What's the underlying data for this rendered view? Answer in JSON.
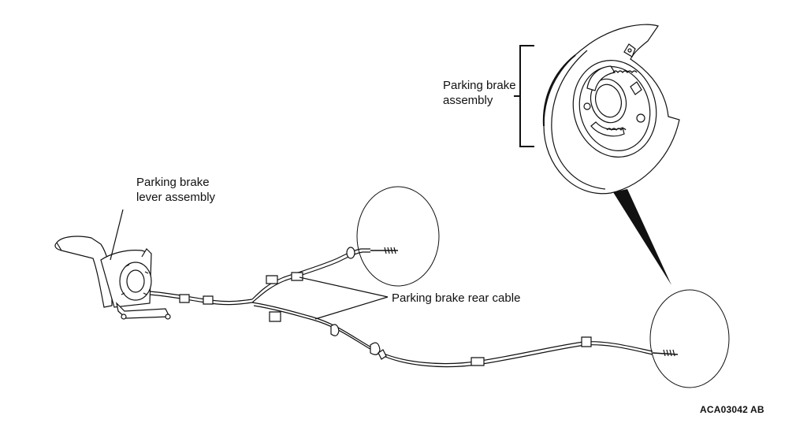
{
  "labels": {
    "parking_brake_assembly": [
      "Parking brake",
      "assembly"
    ],
    "lever_assembly": [
      "Parking brake",
      "lever assembly"
    ],
    "rear_cable": "Parking brake rear cable"
  },
  "figure_code": "ACA03042 AB"
}
